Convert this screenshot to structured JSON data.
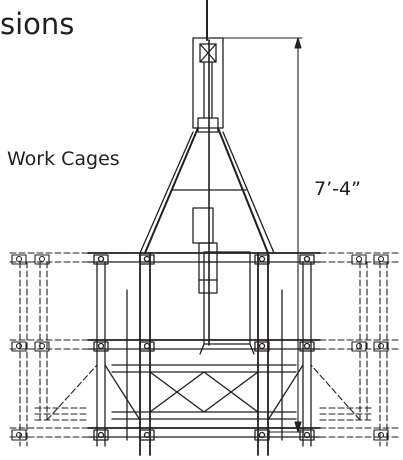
{
  "heading": "sions",
  "labels": {
    "work_cages": "Work Cages",
    "height_dimension": "7’-4”"
  },
  "colors": {
    "ink": "#231f20",
    "background": "#ffffff"
  }
}
